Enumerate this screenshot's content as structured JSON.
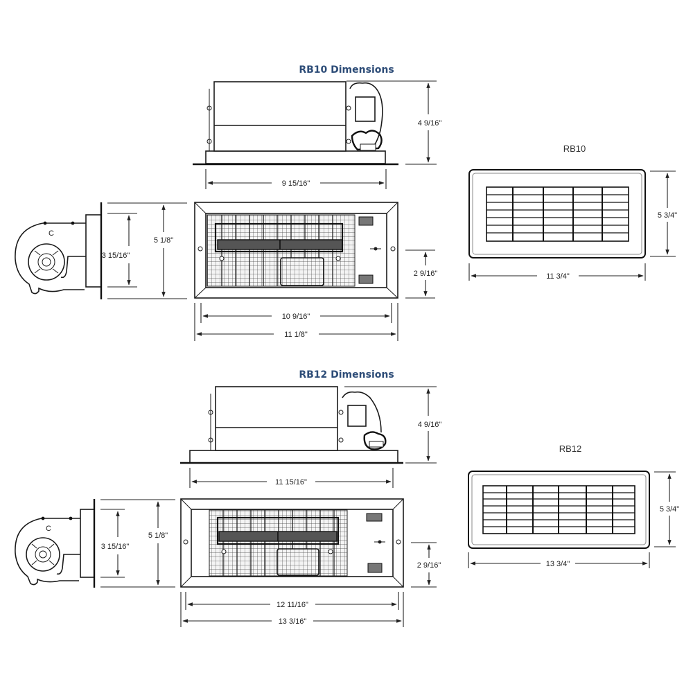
{
  "diagram": {
    "accent_color": "#2e4d78",
    "sections": [
      {
        "title": "RB10 Dimensions",
        "top_view": {
          "height": "4 9/16\"",
          "width": "9 15/16\""
        },
        "side_view": {
          "inner_height": "3 15/16\"",
          "outer_height": "5 1/8\""
        },
        "front_view": {
          "inner_width": "10 9/16\"",
          "outer_width": "11 1/8\"",
          "mount_offset": "2 9/16\""
        },
        "grille": {
          "model": "RB10",
          "width": "11 3/4\"",
          "height": "5 3/4\""
        }
      },
      {
        "title": "RB12 Dimensions",
        "top_view": {
          "height": "4 9/16\"",
          "width": "11 15/16\""
        },
        "side_view": {
          "inner_height": "3 15/16\"",
          "outer_height": "5 1/8\""
        },
        "front_view": {
          "inner_width": "12 11/16\"",
          "outer_width": "13 3/16\"",
          "mount_offset": "2 9/16\""
        },
        "grille": {
          "model": "RB12",
          "width": "13 3/4\"",
          "height": "5 3/4\""
        }
      }
    ]
  }
}
